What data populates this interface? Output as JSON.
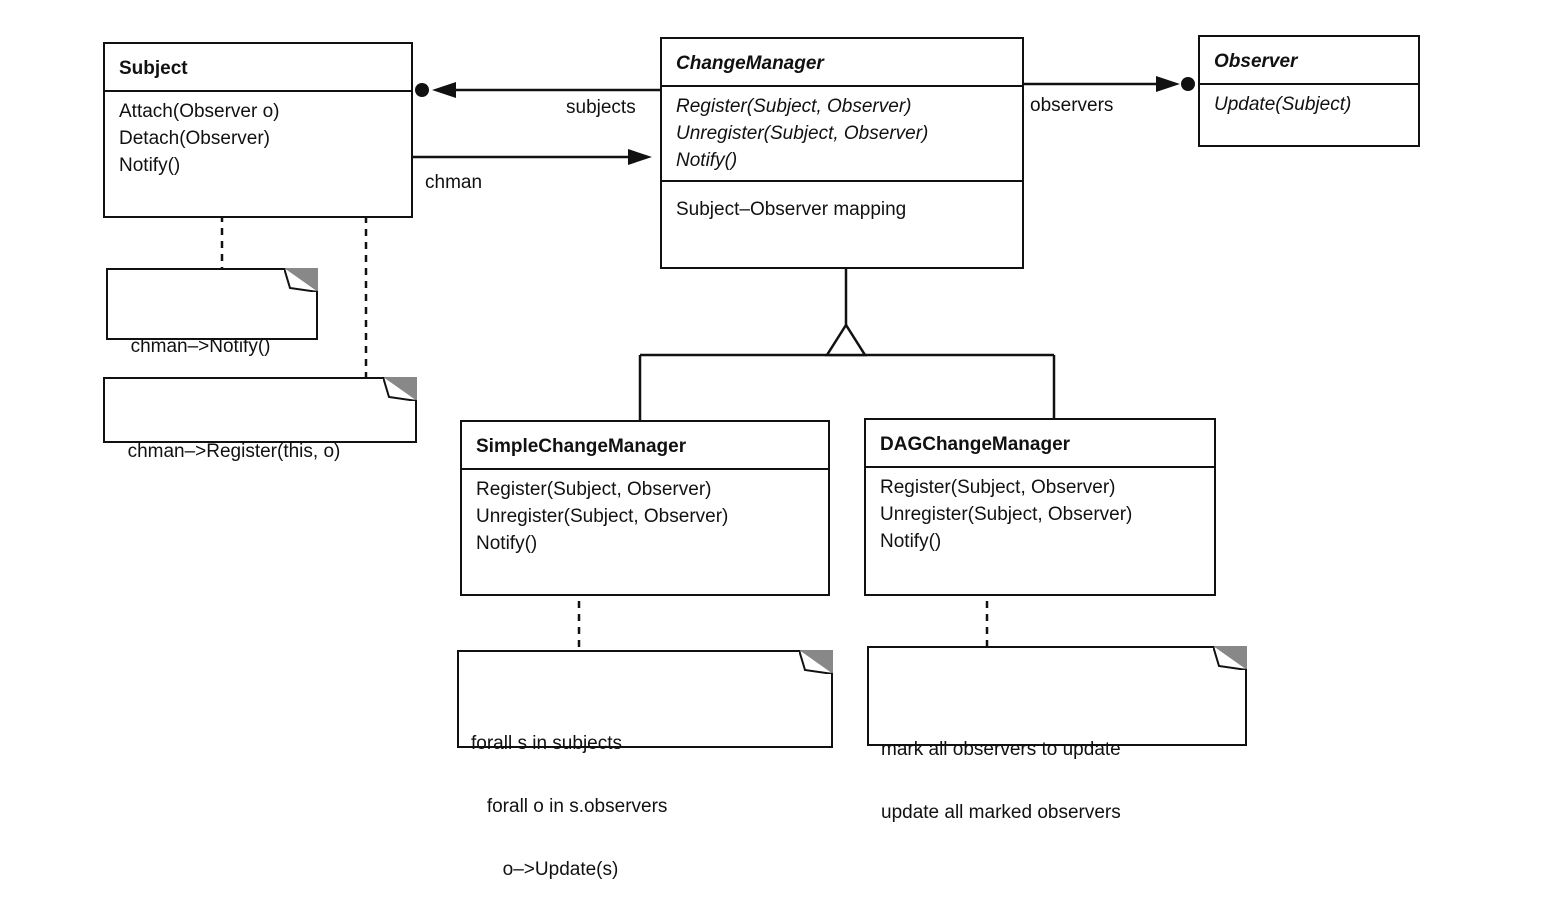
{
  "classes": {
    "subject": {
      "name": "Subject",
      "operations": [
        "Attach(Observer o)",
        "Detach(Observer)",
        "Notify()"
      ]
    },
    "change_manager": {
      "name": "ChangeManager",
      "operations": [
        "Register(Subject, Observer)",
        "Unregister(Subject, Observer)",
        "Notify()"
      ],
      "attributes": [
        "Subject–Observer mapping"
      ]
    },
    "observer": {
      "name": "Observer",
      "operations": [
        "Update(Subject)"
      ]
    },
    "simple_change_manager": {
      "name": "SimpleChangeManager",
      "operations": [
        "Register(Subject, Observer)",
        "Unregister(Subject, Observer)",
        "Notify()"
      ]
    },
    "dag_change_manager": {
      "name": "DAGChangeManager",
      "operations": [
        "Register(Subject, Observer)",
        "Unregister(Subject, Observer)",
        "Notify()"
      ]
    }
  },
  "notes": {
    "subject_notify": "chman–>Notify()",
    "subject_attach": "chman–>Register(this, o)",
    "simple_notify": [
      "forall s in subjects",
      "   forall o in s.observers",
      "      o–>Update(s)"
    ],
    "dag_notify": [
      "mark all observers to update",
      "update all marked observers"
    ]
  },
  "associations": {
    "subjects": "subjects",
    "chman": "chman",
    "observers": "observers"
  }
}
